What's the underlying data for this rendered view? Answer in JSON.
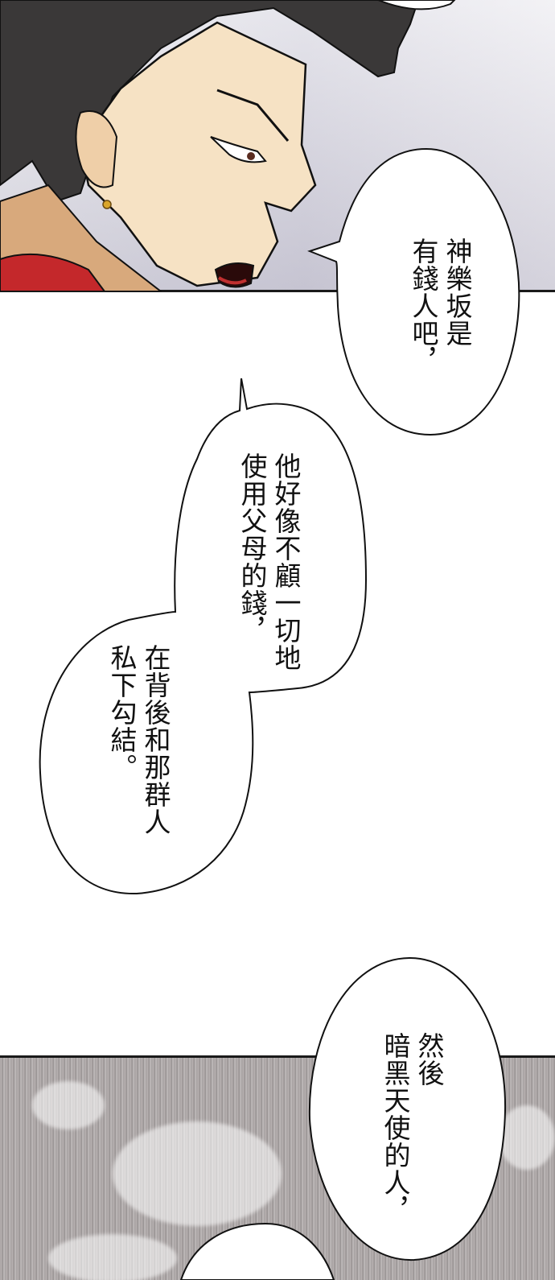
{
  "page": {
    "type": "manga-webtoon-panel",
    "colors": {
      "background": "#ffffff",
      "panel_border": "#1a1a1a",
      "hair": "#3a3838",
      "skin": "#f6e2c4",
      "earring": "#d9a52b",
      "collar": "#c4282b",
      "texture": "#a9a3a3"
    }
  },
  "panels": [
    {
      "id": "panel-1",
      "description": "Close-up profile of dark-haired man with gold stud earring, speaking",
      "bubbles": [
        {
          "id": "bubble-1",
          "columns": [
            "神樂坂是",
            "有錢人吧，"
          ]
        }
      ]
    },
    {
      "id": "panel-2",
      "description": "White space with linked speech bubbles",
      "bubbles": [
        {
          "id": "bubble-2",
          "columns": [
            "他好像不顧一切地",
            "使用父母的錢，"
          ]
        },
        {
          "id": "bubble-3",
          "columns": [
            "在背後和那群人",
            "私下勾結。"
          ]
        }
      ]
    },
    {
      "id": "panel-3",
      "description": "Grainy grey textured background",
      "bubbles": [
        {
          "id": "bubble-4",
          "columns": [
            "然後",
            "暗黑天使的人，"
          ]
        }
      ]
    }
  ]
}
